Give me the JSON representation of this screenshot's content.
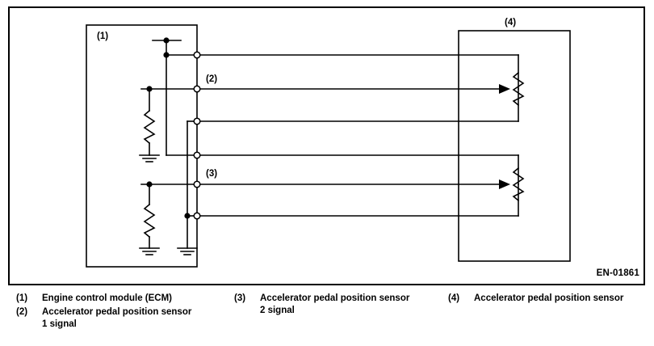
{
  "diagram": {
    "part_code": "EN-01861",
    "boxes": [
      {
        "ref": "(1)",
        "name": "engine-control-module"
      },
      {
        "ref": "(4)",
        "name": "accelerator-pedal-position-sensor"
      }
    ],
    "signal_labels": [
      {
        "ref": "(2)",
        "name": "accelerator-pedal-position-sensor-1-signal"
      },
      {
        "ref": "(3)",
        "name": "accelerator-pedal-position-sensor-2-signal"
      }
    ],
    "ref_1": "(1)",
    "ref_2": "(2)",
    "ref_3": "(3)",
    "ref_4": "(4)"
  },
  "legend": {
    "columns": [
      {
        "items": [
          {
            "key": "(1)",
            "text": "Engine control module (ECM)",
            "cont": ""
          },
          {
            "key": "(2)",
            "text": "Accelerator pedal position sensor",
            "cont": "1 signal"
          }
        ]
      },
      {
        "items": [
          {
            "key": "(3)",
            "text": "Accelerator pedal position sensor",
            "cont": "2 signal"
          }
        ]
      },
      {
        "items": [
          {
            "key": "(4)",
            "text": "Accelerator pedal position sensor",
            "cont": ""
          }
        ]
      }
    ]
  },
  "colors": {
    "line": "#000000",
    "background": "#ffffff"
  }
}
